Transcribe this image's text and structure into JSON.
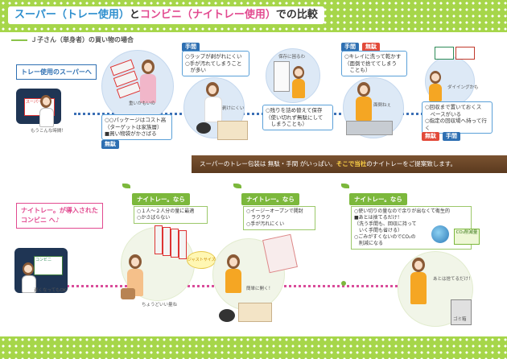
{
  "header": {
    "title_part1": "スーパー（トレー使用）",
    "title_and": "と",
    "title_part2": "コンビニ（ナイトレー使用）",
    "title_end": "での比較"
  },
  "subtitle": "Ｊ子さん（単身者）の買い物の場合",
  "supermarket": {
    "callout": "トレー使用のスーパーへ",
    "store_sign": "スーパー",
    "person_caption": "もうこんな時間！",
    "step1": {
      "caption": "重いかもいの",
      "note_lines": [
        "○○パッケージはコスト高",
        "（ターゲットは家族層）",
        "■買い物袋がかさばる"
      ],
      "tag": "無駄"
    },
    "step2": {
      "tag": "手間",
      "note_lines": [
        "○ラップが剥がれにくい",
        "○手が汚れてしまうこと",
        "　が多い"
      ],
      "caption": "剥けにくい"
    },
    "step3": {
      "caption": "保存に困るわ",
      "note_lines": [
        "○残りを詰め替えて保存",
        "（使い切れず無駄にして",
        "　しまうことも）"
      ]
    },
    "step4": {
      "tags": [
        "手間",
        "無駄"
      ],
      "note_lines": [
        "○キレイに洗って乾かす",
        "（面倒で捨ててしまう",
        "　ことも）"
      ],
      "caption": "面倒ねぇ"
    },
    "step5": {
      "caption": "ダイイングかも",
      "note_lines": [
        "○回収まで置いておくス",
        "　ペースがいる",
        "○指定の回収場へ持って行く"
      ],
      "tags": [
        "無駄",
        "手間"
      ]
    }
  },
  "banner": {
    "text_before": "スーパーのトレー包装は 無駄・手間 がいっぱい。",
    "text_highlight": "そこで当社",
    "text_after": "のナイトレーをご提案致します。"
  },
  "convenience": {
    "callout_line1": "ナイトレー。が導入された",
    "callout_line2": "コンビニ へ♪",
    "store_sign": "コンビニ",
    "person_caption": "遅くなってもOK",
    "step1": {
      "head": "ナイトレー。なら",
      "note_lines": [
        "○１人〜２人分の量に最適",
        "○かさばらない"
      ],
      "badge": "ジャストサイズ",
      "caption": "ちょうどいい量ね"
    },
    "step2": {
      "head": "ナイトレー。なら",
      "note_lines": [
        "○イージーオープンで開封",
        "　ラクラク",
        "○手が汚れにくい"
      ],
      "caption": "簡単に開く！"
    },
    "step3": {
      "head": "ナイトレー。なら",
      "note_lines": [
        "○使い切りの量なので余りが出なくて衛生的",
        "■あとは捨てるだけ！",
        "（洗う手間も、回収に持って",
        "　いく手間も省ける）",
        "○ごみがすくないのでCO₂の",
        "　削減になる"
      ],
      "co2_label": "CO₂削減量",
      "caption": "あとは捨てるだけ！",
      "bin_label": "ゴミ箱"
    }
  },
  "colors": {
    "band_green": "#a6d64a",
    "blue": "#2e8fce",
    "pink": "#e24a90",
    "wood": "#6b4526"
  }
}
